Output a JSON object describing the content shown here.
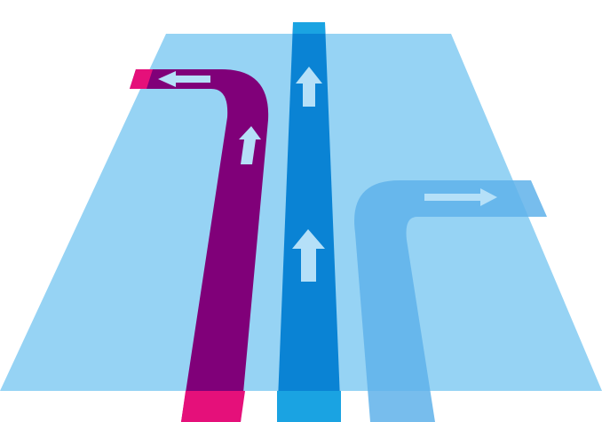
{
  "diagram": {
    "kind": "lane-direction-illustration",
    "colors": {
      "background": "#ffffff",
      "road_surface": "#96d3f4",
      "left_turn_lane": "#800079",
      "left_turn_lane_end": "#e5107a",
      "straight_lane": "#0a83d4",
      "straight_lane_end": "#1aa3e2",
      "right_turn_lane": "#5fb2ea",
      "arrow": "#b5e0f8"
    },
    "lanes": [
      {
        "name": "left-turn",
        "direction": "left",
        "arrows": [
          "straight",
          "left"
        ]
      },
      {
        "name": "straight",
        "direction": "straight",
        "arrows": [
          "straight",
          "straight"
        ]
      },
      {
        "name": "right-turn",
        "direction": "right",
        "arrows": [
          "right"
        ]
      }
    ]
  }
}
